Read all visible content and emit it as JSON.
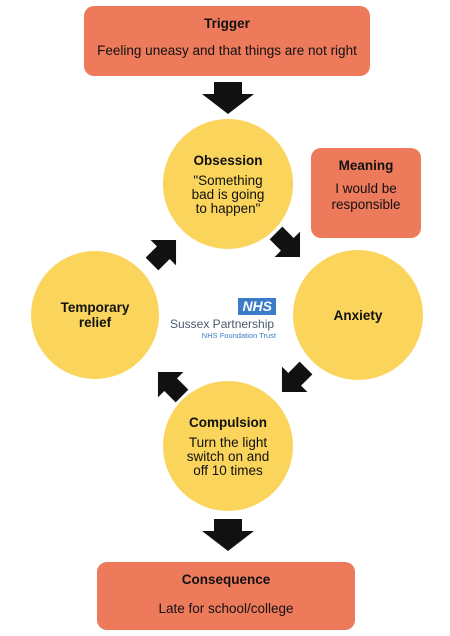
{
  "trigger": {
    "title": "Trigger",
    "text": "Feeling uneasy and that things are not right"
  },
  "obsession": {
    "title": "Obsession",
    "text": "\"Something\nbad is going\nto happen\""
  },
  "meaning": {
    "title": "Meaning",
    "text": "I would be\nresponsible"
  },
  "anxiety": {
    "title": "Anxiety"
  },
  "compulsion": {
    "title": "Compulsion",
    "text": "Turn the light\nswitch on and\noff 10 times"
  },
  "relief": {
    "title": "Temporary\nrelief"
  },
  "consequence": {
    "title": "Consequence",
    "text": "Late for school/college"
  },
  "logo": {
    "badge": "NHS",
    "name": "Sussex Partnership",
    "sub": "NHS Foundation Trust"
  },
  "colors": {
    "box": "#ee7a5c",
    "circle": "#fbd45c",
    "arrow": "#111111",
    "nhs": "#3a7cc7"
  }
}
